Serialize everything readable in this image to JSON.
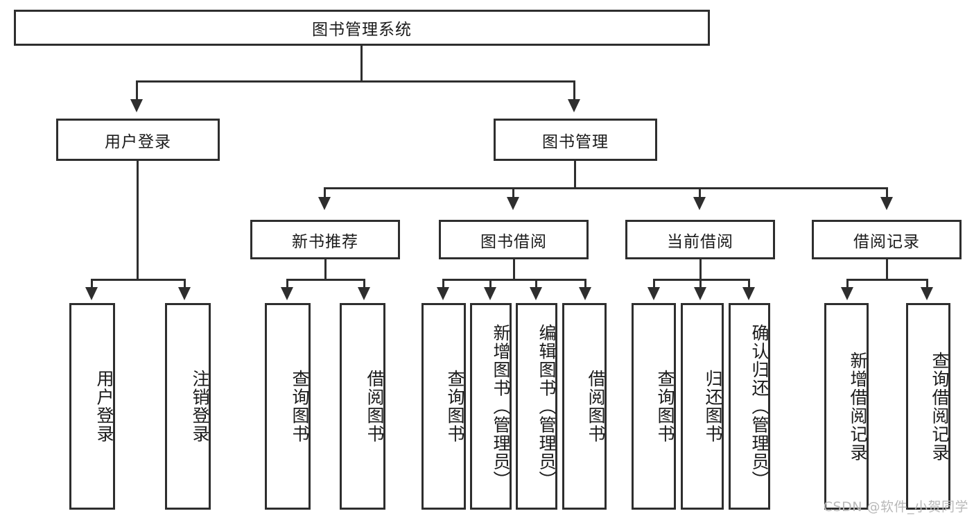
{
  "diagram": {
    "type": "tree-hierarchy",
    "title": "图书管理系统",
    "root": {
      "id": "root",
      "label": "图书管理系统",
      "level": 1
    },
    "level2": [
      {
        "id": "user-login",
        "label": "用户登录"
      },
      {
        "id": "book-manage",
        "label": "图书管理"
      }
    ],
    "level3": [
      {
        "id": "new-book-rec",
        "label": "新书推荐",
        "parent": "book-manage"
      },
      {
        "id": "book-borrow",
        "label": "图书借阅",
        "parent": "book-manage"
      },
      {
        "id": "current-borrow",
        "label": "当前借阅",
        "parent": "book-manage"
      },
      {
        "id": "borrow-record",
        "label": "借阅记录",
        "parent": "book-manage"
      }
    ],
    "leaves": [
      {
        "id": "leaf-user-login",
        "label": "用户登录",
        "parent": "user-login"
      },
      {
        "id": "leaf-user-logout",
        "label": "注销登录",
        "parent": "user-login"
      },
      {
        "id": "leaf-query-book-1",
        "label": "查询图书",
        "parent": "new-book-rec"
      },
      {
        "id": "leaf-borrow-book-1",
        "label": "借阅图书",
        "parent": "new-book-rec"
      },
      {
        "id": "leaf-query-book-2",
        "label": "查询图书",
        "parent": "book-borrow"
      },
      {
        "id": "leaf-add-book",
        "label": "新增图书（管理员）",
        "parent": "book-borrow"
      },
      {
        "id": "leaf-edit-book",
        "label": "编辑图书（管理员）",
        "parent": "book-borrow"
      },
      {
        "id": "leaf-borrow-book-2",
        "label": "借阅图书",
        "parent": "book-borrow"
      },
      {
        "id": "leaf-query-book-3",
        "label": "查询图书",
        "parent": "current-borrow"
      },
      {
        "id": "leaf-return-book",
        "label": "归还图书",
        "parent": "current-borrow"
      },
      {
        "id": "leaf-confirm-return",
        "label": "确认归还（管理员）",
        "parent": "current-borrow"
      },
      {
        "id": "leaf-add-record",
        "label": "新增借阅记录",
        "parent": "borrow-record"
      },
      {
        "id": "leaf-query-record",
        "label": "查询借阅记录",
        "parent": "borrow-record"
      }
    ]
  },
  "watermark": {
    "text": "CSDN @软件_小贺同学"
  },
  "colors": {
    "stroke": "#2e2e2e",
    "background": "#ffffff",
    "text": "#1a1a1a",
    "watermark": "#b9b9b9"
  }
}
